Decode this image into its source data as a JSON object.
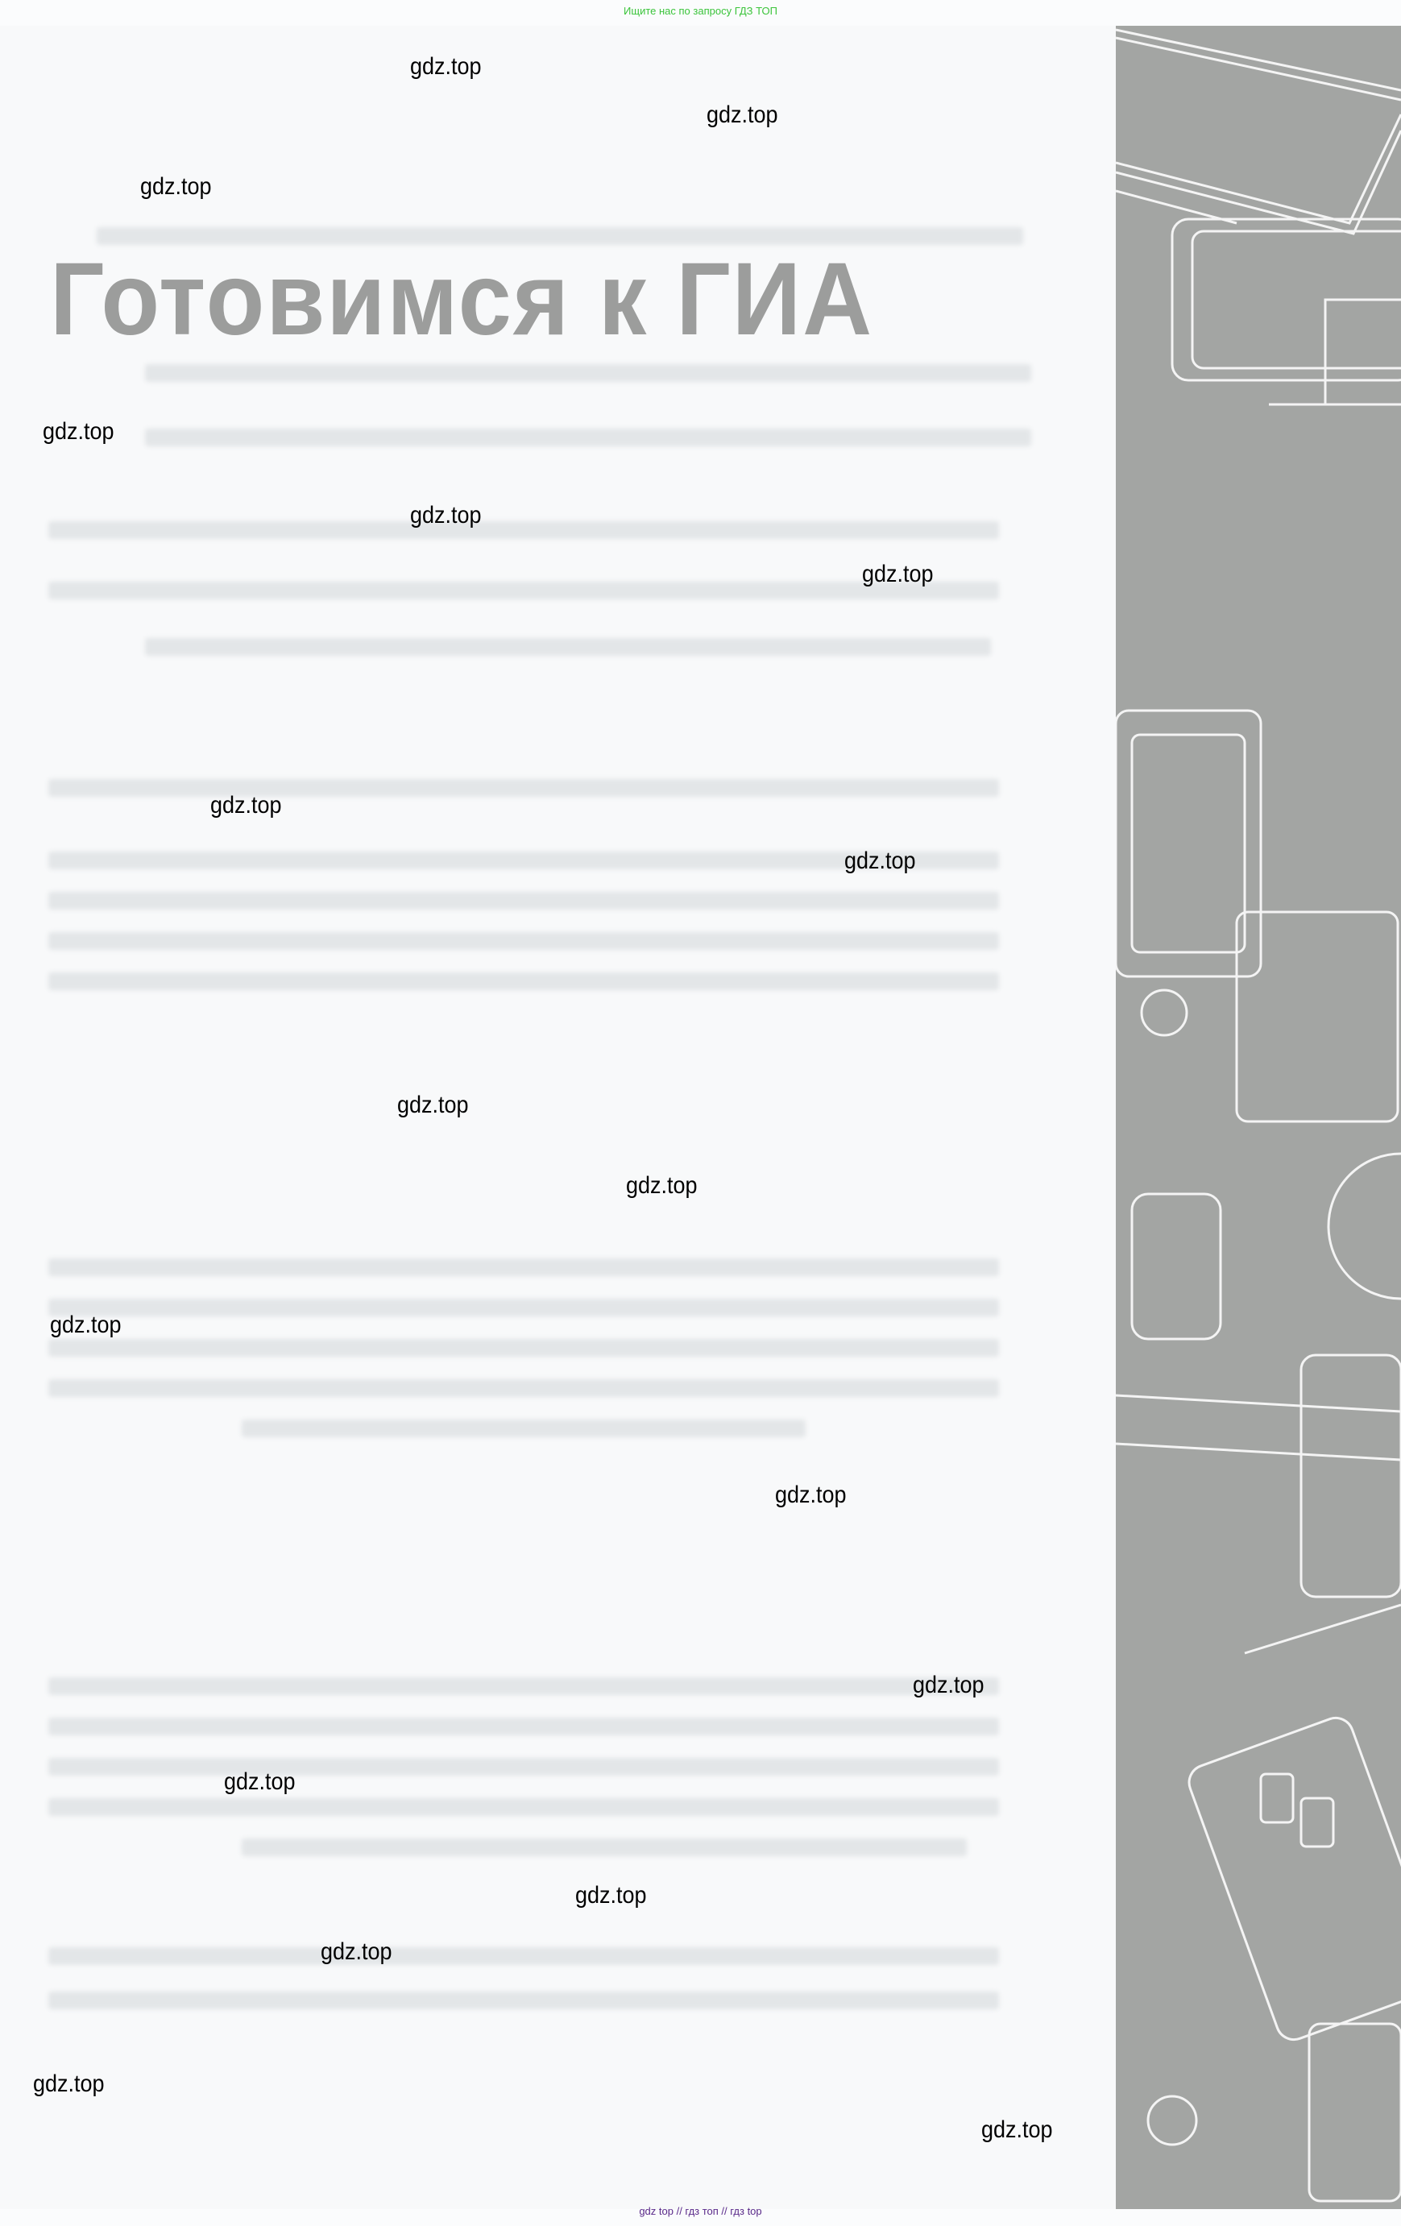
{
  "banner": "Ищите нас по запросу ГДЗ ТОП",
  "heading": "Готовимся к ГИА",
  "watermark": "gdz.top",
  "footer": "gdz top  //  гдз топ  //  гдз top",
  "colors": {
    "banner": "#3bc43b",
    "heading": "#9c9d9c",
    "panel": "#a3a5a3",
    "footer": "#5a2a8a"
  }
}
